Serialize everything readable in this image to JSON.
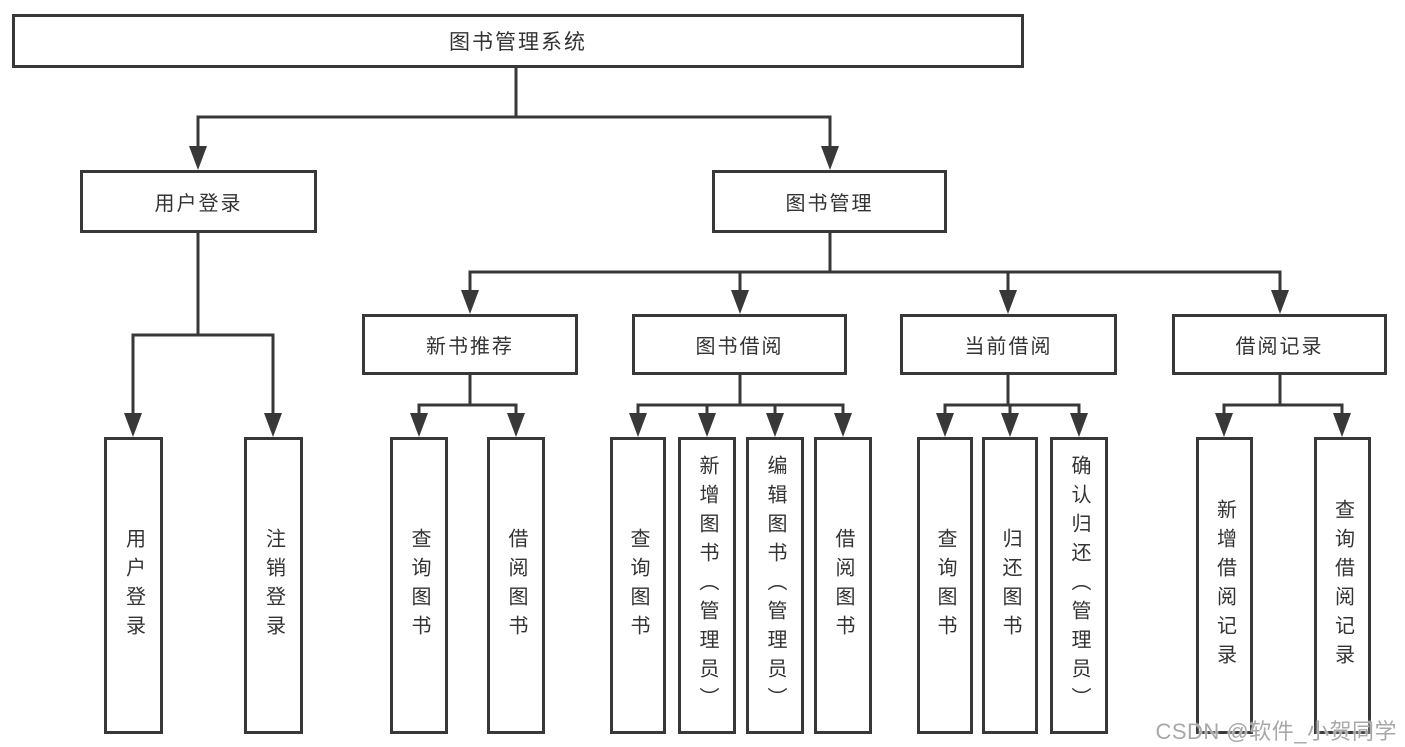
{
  "colors": {
    "line": "#383838",
    "node_border": "#383838",
    "node_background": "#ffffff",
    "text": "#333333",
    "watermark": "#a8a8a8",
    "page_background": "#ffffff"
  },
  "nodes": {
    "root": "图书管理系统",
    "level2": {
      "user_login": "用户登录",
      "book_mgmt": "图书管理"
    },
    "level3": {
      "new_books": "新书推荐",
      "book_borrow": "图书借阅",
      "current_borrow": "当前借阅",
      "borrow_records": "借阅记录"
    },
    "leaves": {
      "login": [
        "用户登录",
        "注销登录"
      ],
      "recommend": [
        "查询图书",
        "借阅图书"
      ],
      "borrow": [
        "查询图书",
        "新增图书（管理员）",
        "编辑图书（管理员）",
        "借阅图书"
      ],
      "current": [
        "查询图书",
        "归还图书",
        "确认归还（管理员）"
      ],
      "records": [
        "新增借阅记录",
        "查询借阅记录"
      ]
    }
  },
  "watermark": "CSDN @软件_小贺同学"
}
